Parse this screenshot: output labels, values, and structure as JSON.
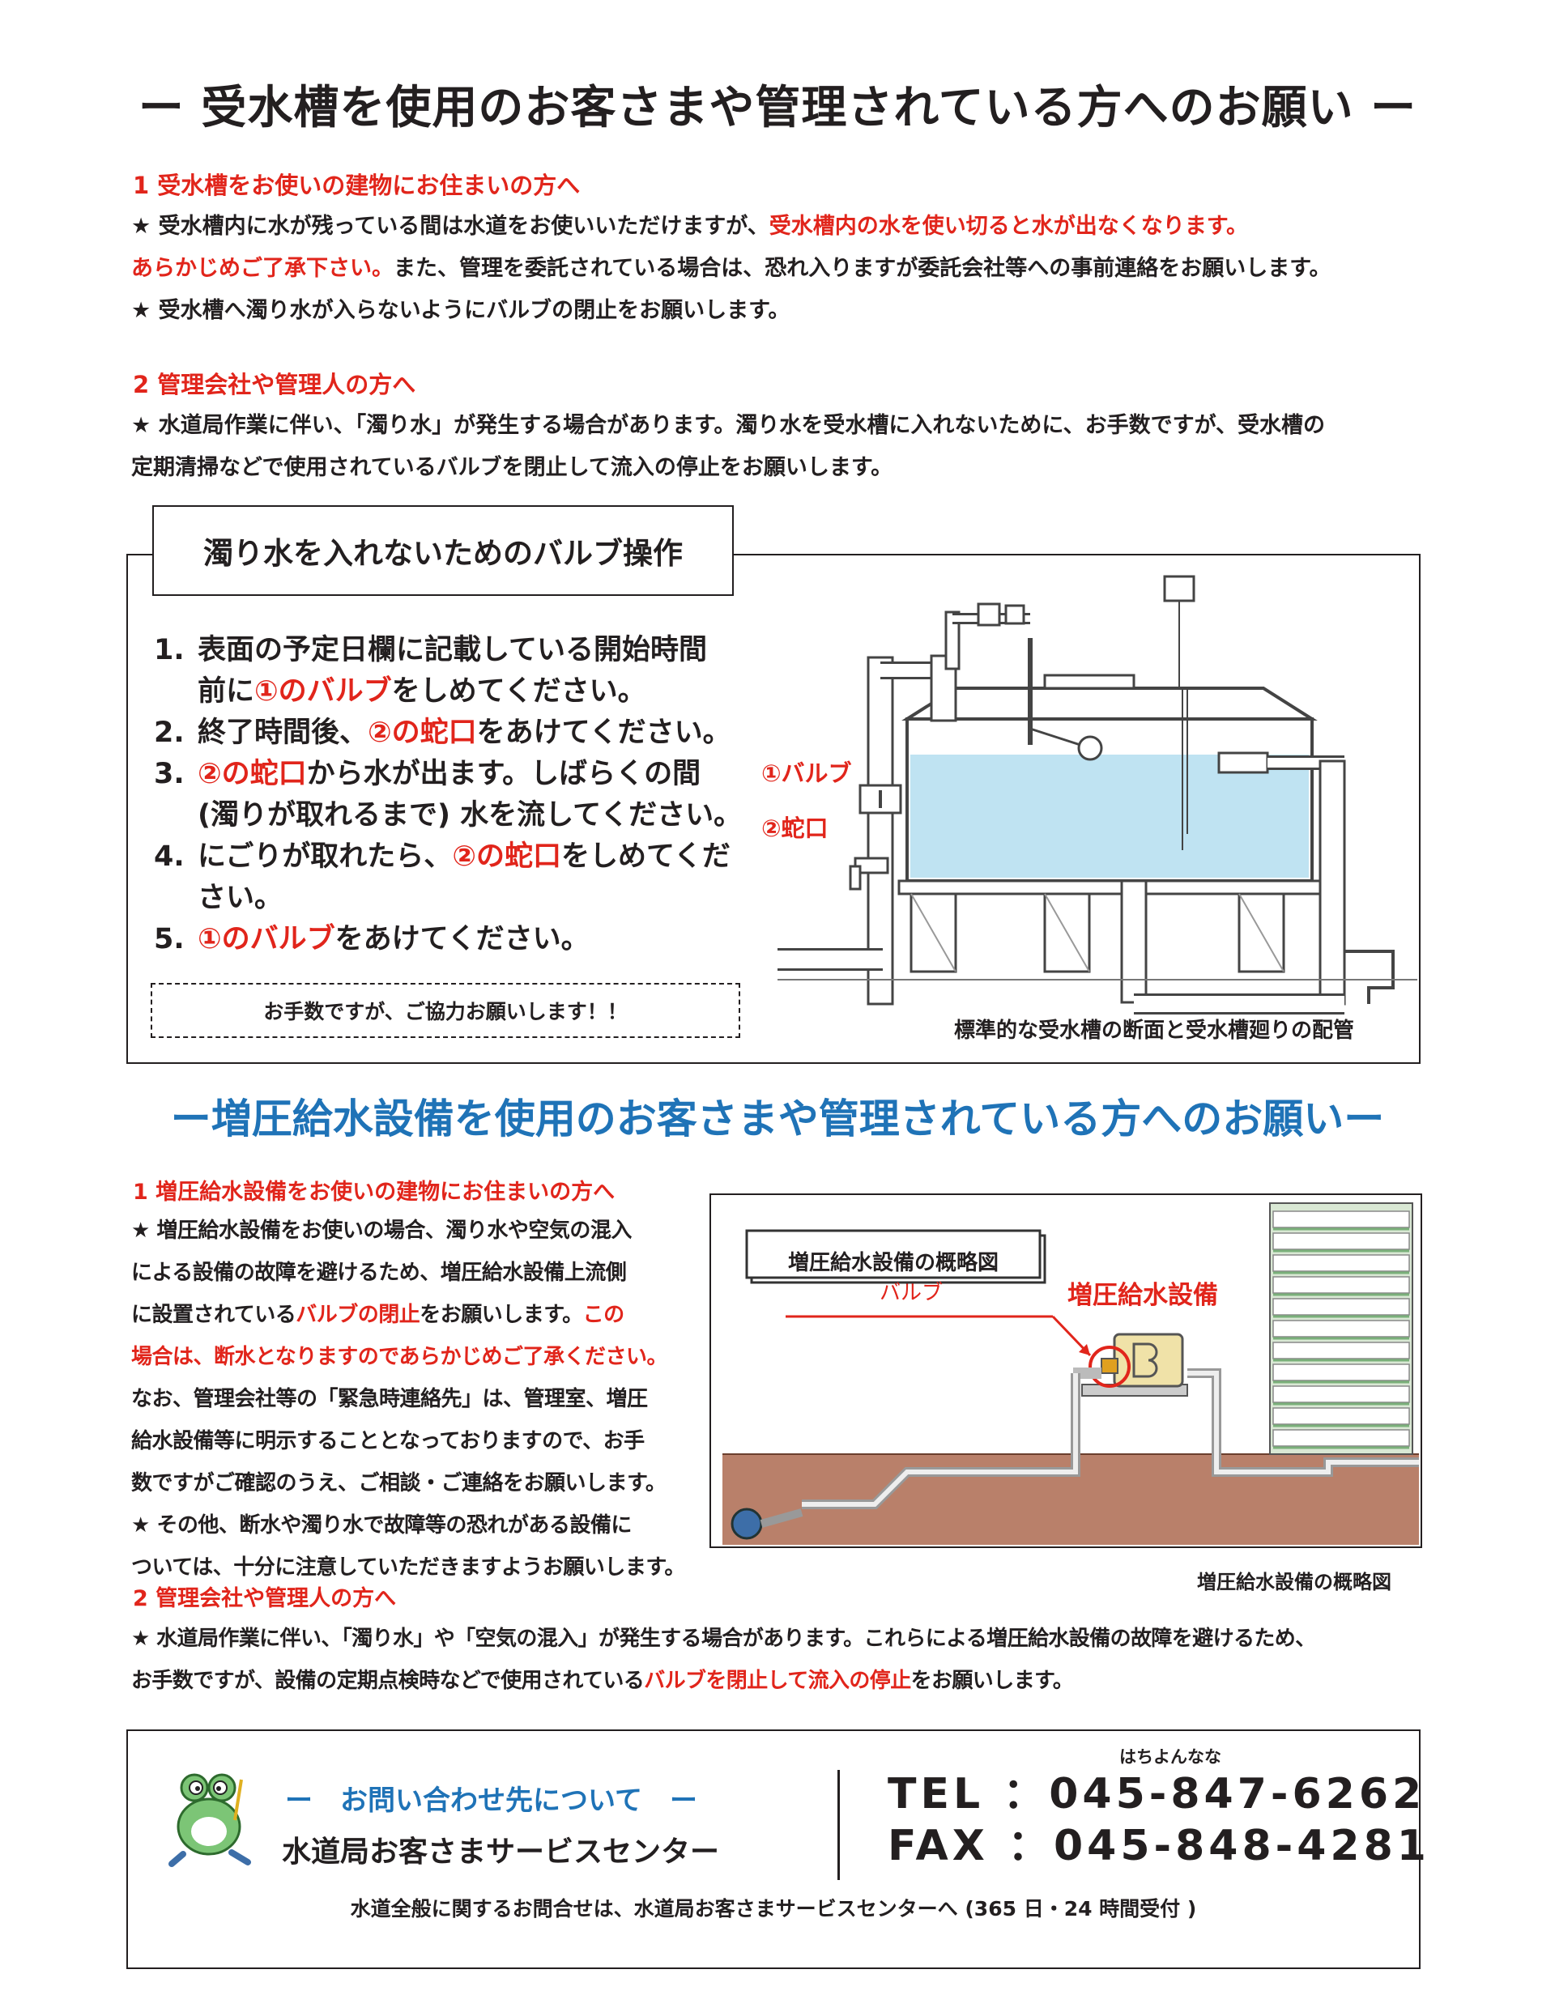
{
  "title1": "ー 受水槽を使用のお客さまや管理されている方へのお願い ー",
  "sectionA1": {
    "heading": "1  受水槽をお使いの建物にお住まいの方へ",
    "line1_a": "★ 受水槽内に水が残っている間は水道をお使いいただけますが、",
    "line1_b": "受水槽内の水を使い切ると水が出なくなります。",
    "line2_a": "あらかじめご了承下さい。",
    "line2_b": "また、管理を委託されている場合は、恐れ入りますが委託会社等への事前連絡をお願いします。",
    "line3": "★ 受水槽へ濁り水が入らないようにバルブの閉止をお願いします。"
  },
  "sectionA2": {
    "heading": "2  管理会社や管理人の方へ",
    "line1": "★ 水道局作業に伴い、「濁り水」が発生する場合があります。濁り水を受水槽に入れないために、お手数ですが、受水槽の",
    "line2": "定期清掃などで使用されているバルブを閉止して流入の停止をお願いします。"
  },
  "valveBox": {
    "title": "濁り水を入れないためのバルブ操作",
    "steps": [
      {
        "num": "1.",
        "l1": "表面の予定日欄に記載している開始時間",
        "l2_a": "前に",
        "l2_red": "①のバルブ",
        "l2_b": "をしめてください。"
      },
      {
        "num": "2.",
        "a": "終了時間後、",
        "red": "②の蛇口",
        "b": "をあけてください。"
      },
      {
        "num": "3.",
        "red": "②の蛇口",
        "b": "から水が出ます。しばらくの間",
        "l2": "(濁りが取れるまで) 水を流してください。"
      },
      {
        "num": "4.",
        "a": "にごりが取れたら、",
        "red": "②の蛇口",
        "b": "をしめてくだ",
        "l2": "さい。"
      },
      {
        "num": "5.",
        "red": "①のバルブ",
        "b": "をあけてください。"
      }
    ],
    "thanks": "お手数ですが、ご協力お願いします！！",
    "label_valve": "①バルブ",
    "label_tap": "②蛇口",
    "caption": "標準的な受水槽の断面と受水槽廻りの配管"
  },
  "title2": "ー増圧給水設備を使用のお客さまや管理されている方へのお願いー",
  "sectionB1": {
    "heading": "1 増圧給水設備をお使いの建物にお住まいの方へ",
    "lines": [
      "★ 増圧給水設備をお使いの場合、濁り水や空気の混入",
      "による設備の故障を避けるため、増圧給水設備上流側"
    ],
    "line3_a": "に設置されている",
    "line3_red": "バルブの閉止",
    "line3_b": "をお願いします。",
    "line3_red2": "この",
    "line4_red": "場合は、断水となりますのであらかじめご了承ください。",
    "lines2": [
      "なお、管理会社等の「緊急時連絡先」は、管理室、増圧",
      "給水設備等に明示することとなっておりますので、お手",
      "数ですがご確認のうえ、ご相談・ご連絡をお願いします。",
      "★ その他、断水や濁り水で故障等の恐れがある設備に",
      "ついては、十分に注意していただきますようお願いします。"
    ]
  },
  "diagram2": {
    "title": "増圧給水設備の概略図",
    "label_valve": "バルブ",
    "label_equipment": "増圧給水設備",
    "caption": "増圧給水設備の概略図"
  },
  "sectionB2": {
    "heading": "2 管理会社や管理人の方へ",
    "line1": "★ 水道局作業に伴い、「濁り水」や「空気の混入」が発生する場合があります。これらによる増圧給水設備の故障を避けるため、",
    "line2_a": "お手数ですが、設備の定期点検時などで使用されている",
    "line2_red": "バルブを閉止して流入の停止",
    "line2_b": "をお願いします。"
  },
  "contact": {
    "heading": "ー　お問い合わせ先について　ー",
    "center": "水道局お客さまサービスセンター",
    "ruby": "はちよんなな",
    "tel": "TEL ：045-847-6262",
    "fax": "FAX ：045-848-4281",
    "note": "水道全般に関するお問合せは、水道局お客さまサービスセンターへ (365 日・24 時間受付 )"
  },
  "colors": {
    "accent_red": "#e1251b",
    "accent_blue": "#1f73b7",
    "water": "#bfe3f2",
    "ground": "#b9806a"
  }
}
